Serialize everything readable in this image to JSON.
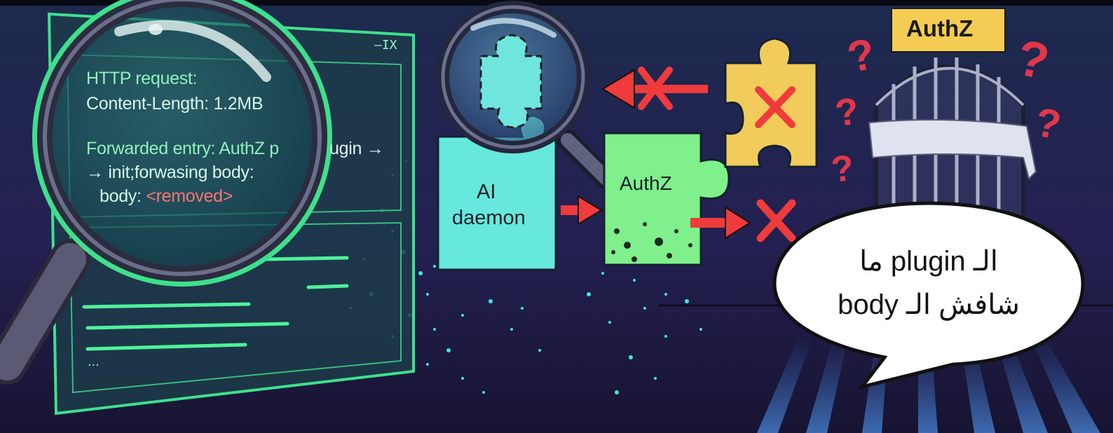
{
  "log_window": {
    "controls": "–IX",
    "line1": "HTTP request:",
    "line2": "Content-Length: 1.2MB",
    "line3": "Forwarded entry: AuthZ p",
    "line3b": "ugin →",
    "line4": "→ init;forwasing body:",
    "line5_prefix": "body: ",
    "line5_value": "<removed>",
    "ellipsis": "..."
  },
  "pieces": {
    "ai_daemon_line1": "AI",
    "ai_daemon_line2": "daemon",
    "authz_plugin": "AuthZ"
  },
  "gate": {
    "tag": "AuthZ"
  },
  "speech_bubble": {
    "line1": "الـ plugin ما",
    "line2": "شافش الـ body"
  },
  "colors": {
    "background": "#1f2048",
    "log_frame": "#3ee08c",
    "daemon_piece": "#66e8dc",
    "authz_piece": "#7ff08c",
    "rejected_piece": "#f1cc5a",
    "arrow_red": "#ef3b3b",
    "authz_tag": "#f5cc53"
  },
  "icons": [
    "magnifying-glass-icon",
    "puzzle-piece-icon",
    "cross-icon",
    "arrow-icon",
    "question-mark-icon",
    "gate-icon",
    "speech-bubble-icon"
  ]
}
